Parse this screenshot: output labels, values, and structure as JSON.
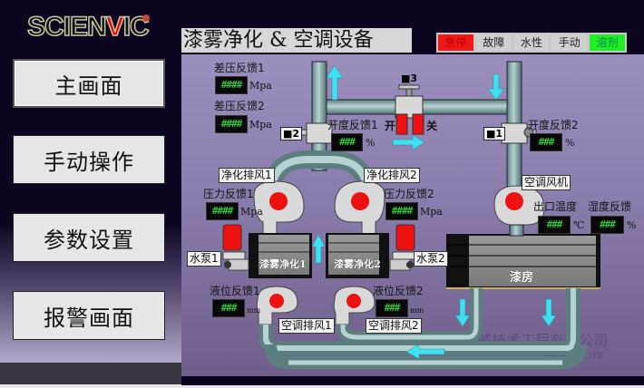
{
  "brand": {
    "logo_text_1": "SCIEN",
    "logo_text_v": "V",
    "logo_text_2": "IC"
  },
  "title": "漆雾净化 & 空调设备",
  "status_indicators": [
    {
      "label": "急停",
      "state": "alarm",
      "color": "#f01818"
    },
    {
      "label": "故障",
      "state": "off",
      "color": "#d0d0d0"
    },
    {
      "label": "水性",
      "state": "off",
      "color": "#d0d0d0"
    },
    {
      "label": "手动",
      "state": "off",
      "color": "#d0d0d0"
    },
    {
      "label": "溶剂",
      "state": "on",
      "color": "#22ee22"
    }
  ],
  "sidebar": {
    "items": [
      {
        "label": "主画面",
        "active": true
      },
      {
        "label": "手动操作",
        "active": false
      },
      {
        "label": "参数设置",
        "active": false
      },
      {
        "label": "报警画面",
        "active": false
      }
    ]
  },
  "readouts": {
    "diff_pressure_1": {
      "label": "差压反馈1",
      "value": "####",
      "unit": "Mpa"
    },
    "diff_pressure_2": {
      "label": "差压反馈2",
      "value": "####",
      "unit": "Mpa"
    },
    "opening_1": {
      "label": "开度反馈1",
      "value": "###",
      "unit": "%"
    },
    "opening_2": {
      "label": "开度反馈2",
      "value": "###",
      "unit": "%"
    },
    "pressure_1": {
      "label": "压力反馈1",
      "value": "####",
      "unit": "Mpa"
    },
    "pressure_2": {
      "label": "压力反馈2",
      "value": "####",
      "unit": "Mpa"
    },
    "level_1": {
      "label": "液位反馈1",
      "value": "###",
      "unit": "mm"
    },
    "level_2": {
      "label": "液位反馈2",
      "value": "###",
      "unit": "mm"
    },
    "outlet_temp": {
      "label": "出口温度",
      "value": "###",
      "unit": "℃"
    },
    "humidity": {
      "label": "湿度反馈",
      "value": "###",
      "unit": "%"
    }
  },
  "equipment": {
    "exhaust_fan_1": "净化排风1",
    "exhaust_fan_2": "净化排风2",
    "ac_fan": "空调风机",
    "pump_1": "水泵1",
    "pump_2": "水泵2",
    "purifier_1": "漆雾净化1",
    "purifier_2": "漆雾净化2",
    "paint_room": "漆房",
    "ac_exhaust_1": "空调排风1",
    "ac_exhaust_2": "空调排风2"
  },
  "valves": {
    "v1": "1",
    "v2": "2",
    "v3": "3",
    "open_label": "开",
    "close_label": "关"
  },
  "watermark": {
    "cn": "大连信威技术工程有限公司",
    "en": "eering Co.,LTD"
  }
}
